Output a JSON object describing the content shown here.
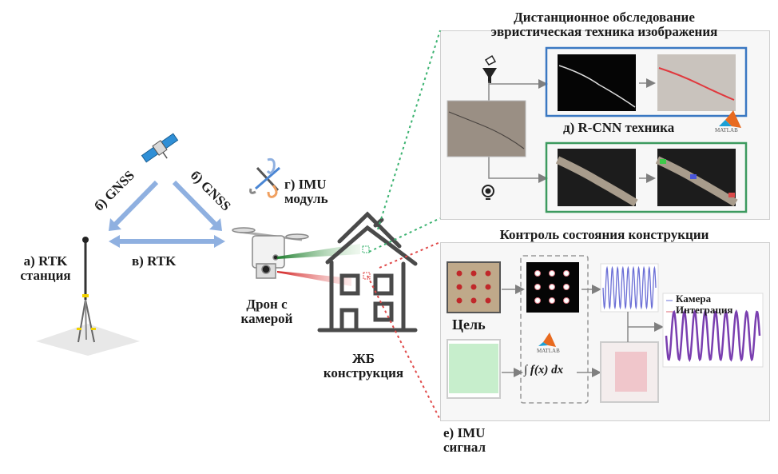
{
  "labels": {
    "rtk_station": [
      "а) RTK",
      "станция"
    ],
    "gnss_left": "б) GNSS",
    "gnss_right": "б) GNSS",
    "rtk_link": "в) RTK",
    "imu_module": [
      "г) IMU",
      "модуль"
    ],
    "drone": [
      "Дрон с",
      "камерой"
    ],
    "structure": [
      "ЖБ",
      "конструкция"
    ],
    "imu_signal": [
      "е) IMU",
      "сигнал"
    ]
  },
  "remote_panel": {
    "title_line1": "Дистанционное обследование",
    "title_line2": "эвристическая техника изображения",
    "rcnn_label": "д) R-CNN техника",
    "matlab_label": "MATLAB",
    "colors": {
      "heuristic_frame": "#3a78c2",
      "rcnn_frame": "#3c9a5f",
      "crack_red": "#e0393e"
    }
  },
  "monitor_panel": {
    "title": "Контроль состояния конструкции",
    "target_label": "Цель",
    "matlab_label": "MATLAB",
    "integral_label": "∫ f(x) dx",
    "legend": [
      "Камера",
      "Интеграция"
    ],
    "colors": {
      "camera": "#6b6fd6",
      "integration": "#e07a85",
      "merged": "#7a3fb0",
      "imu": "#8fdc9a"
    }
  },
  "connectors": {
    "green": "#3cb371",
    "red": "#e04a4a",
    "arrow_blue": "#8fb0e0"
  }
}
